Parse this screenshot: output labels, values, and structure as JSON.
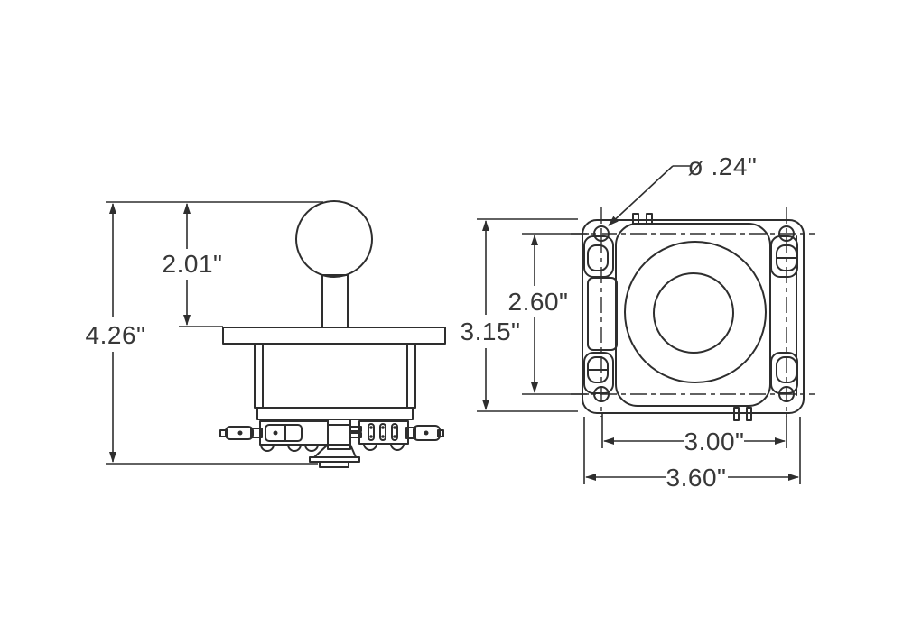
{
  "colors": {
    "line": "#2e2e2e",
    "text": "#383838",
    "background": "#ffffff"
  },
  "side_view": {
    "ball_top_to_plate": "2.01\"",
    "overall_height": "4.26\""
  },
  "top_view": {
    "hole_diameter": "ø .24\"",
    "plate_height": "3.15\"",
    "hole_spacing_vertical": "2.60\"",
    "hole_spacing_horizontal": "3.00\"",
    "plate_width": "3.60\""
  }
}
